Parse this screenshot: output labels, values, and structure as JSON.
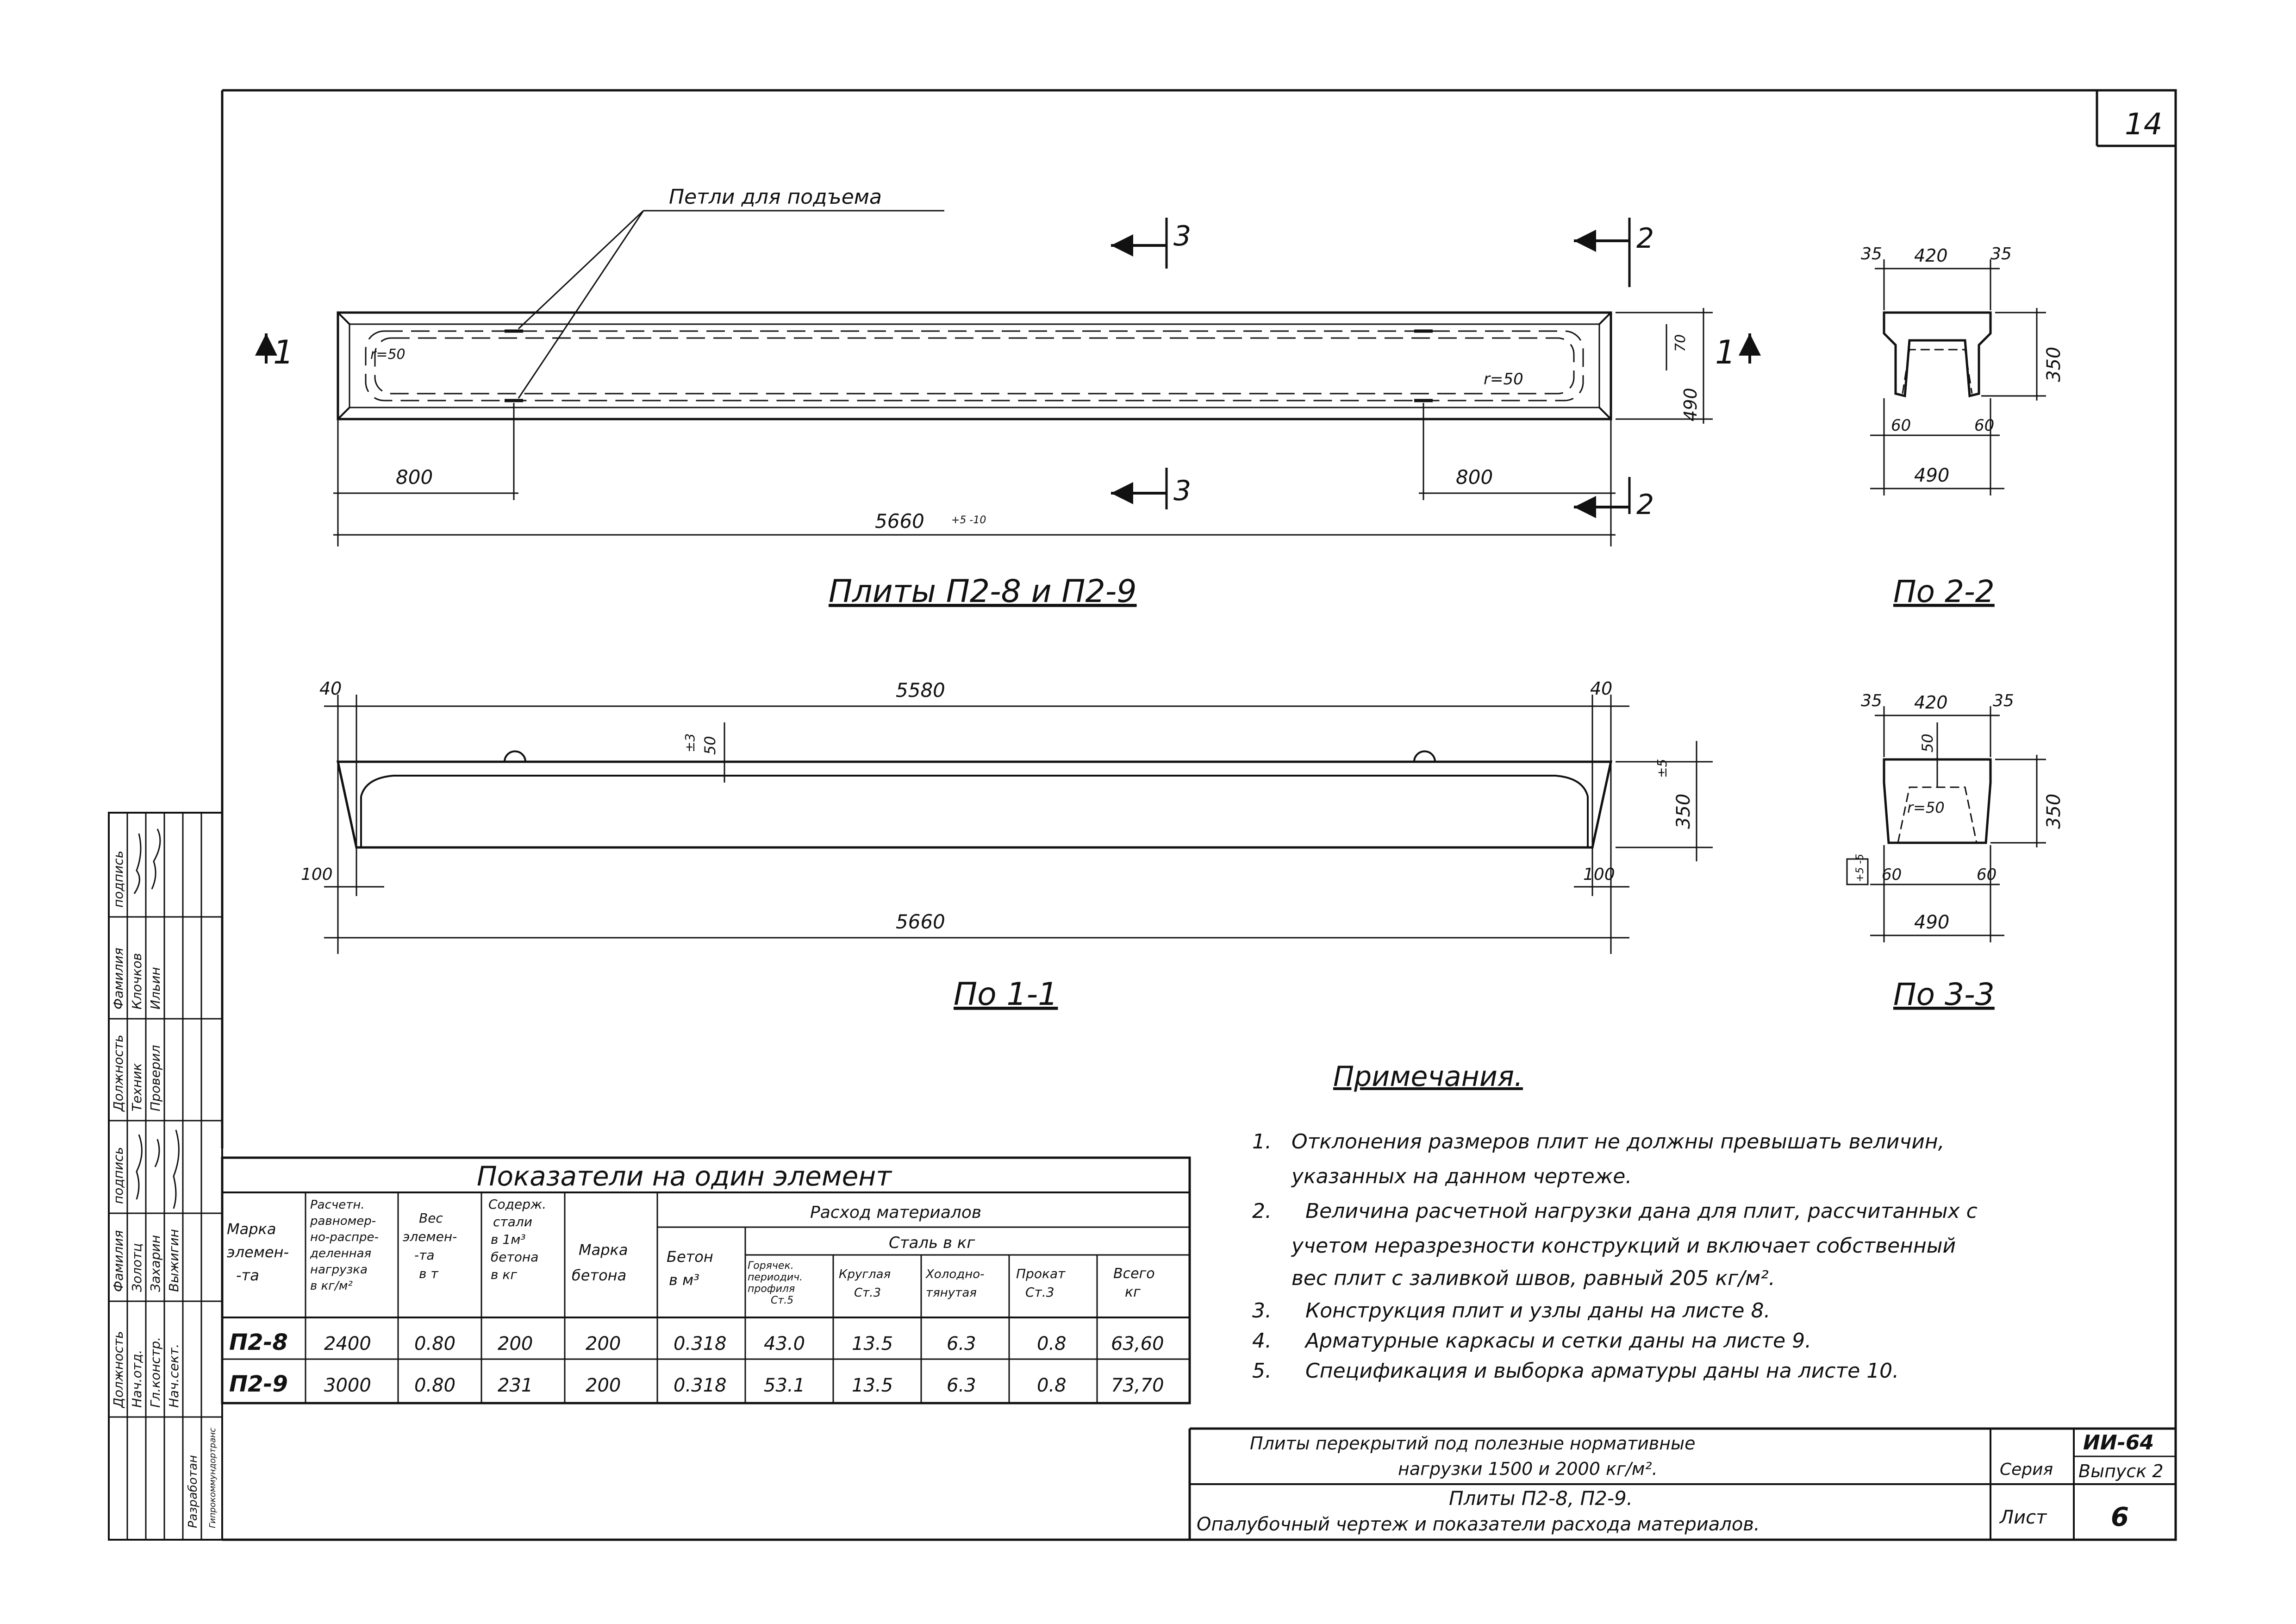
{
  "sheet": {
    "page_number": "14",
    "lifting_loops_label": "Петли для подъема",
    "plan": {
      "title": "Плиты П2-8 и П2-9",
      "radius_left": "r=50",
      "radius_right": "r=50",
      "edge_offset": "70",
      "width_dim": "490",
      "left_loop_offset": "800",
      "right_loop_offset": "800",
      "total_length": "5660",
      "length_tolerance": "+5 -10",
      "cut_1_label": "1",
      "cut_2_label": "2",
      "cut_3_label": "3"
    },
    "section_1_1": {
      "title": "По 1-1",
      "top_length": "5580",
      "end_left": "40",
      "end_right": "40",
      "loop_height": "50",
      "loop_tolerance": "±3",
      "height": "350",
      "height_tolerance": "±5",
      "bottom_left": "100",
      "bottom_right": "100",
      "total_length": "5660"
    },
    "section_2_2": {
      "title": "По 2-2",
      "side_left": "35",
      "top_width": "420",
      "side_right": "35",
      "height": "350",
      "rib_left": "60",
      "rib_right": "60",
      "total_width": "490"
    },
    "section_3_3": {
      "title": "По 3-3",
      "side_left": "35",
      "top_width": "420",
      "side_right": "35",
      "loop_height": "50",
      "radius": "r=50",
      "height": "350",
      "rib_left": "60",
      "rib_right": "60",
      "total_width": "490",
      "tolerance": "+5 -5"
    },
    "notes": {
      "title": "Примечания.",
      "items": [
        {
          "num": "1.",
          "lines": [
            "Отклонения размеров плит не должны превышать величин,",
            "указанных на данном чертеже."
          ]
        },
        {
          "num": "2.",
          "lines": [
            "Величина расчетной нагрузки дана для плит, рассчитанных с",
            "учетом неразрезности конструкций и включает собственный",
            "вес плит с заливкой швов, равный 205 кг/м²."
          ]
        },
        {
          "num": "3.",
          "lines": [
            "Конструкция плит и узлы даны на листе 8."
          ]
        },
        {
          "num": "4.",
          "lines": [
            "Арматурные каркасы и сетки даны на листе 9."
          ]
        },
        {
          "num": "5.",
          "lines": [
            "Спецификация и выборка арматуры даны на листе 10."
          ]
        }
      ]
    },
    "table": {
      "title": "Показатели на один элемент",
      "headers": {
        "mark": [
          "Марка",
          "элемен-",
          "-та"
        ],
        "load": [
          "Расчетн.",
          "равномер-",
          "но-распре-",
          "деленная",
          "нагрузка",
          "в кг/м²"
        ],
        "weight": [
          "Вес",
          "элемен-",
          "-та",
          "в т"
        ],
        "steel_content": [
          "Содерж.",
          "стали",
          "в 1м³",
          "бетона",
          "в кг"
        ],
        "concrete_grade": [
          "Марка",
          "бетона"
        ],
        "materials": "Расход материалов",
        "steel_in_kg": "Сталь в кг",
        "concrete": [
          "Бетон",
          "в м³"
        ],
        "hot_rolled": [
          "Горячек.",
          "периодич.",
          "профиля",
          "Ст.5"
        ],
        "round": [
          "Круглая",
          "Ст.3"
        ],
        "cold_drawn": [
          "Холодно-",
          "тянутая"
        ],
        "rolled": [
          "Прокат",
          "Ст.3"
        ],
        "total": [
          "Всего",
          "кг"
        ]
      },
      "rows": [
        {
          "mark": "П2-8",
          "load": "2400",
          "weight": "0.80",
          "steel_content": "200",
          "grade": "200",
          "concrete": "0.318",
          "hot": "43.0",
          "round": "13.5",
          "cold": "6.3",
          "rolled": "0.8",
          "total": "63,60"
        },
        {
          "mark": "П2-9",
          "load": "3000",
          "weight": "0.80",
          "steel_content": "231",
          "grade": "200",
          "concrete": "0.318",
          "hot": "53.1",
          "round": "13.5",
          "cold": "6.3",
          "rolled": "0.8",
          "total": "73,70"
        }
      ]
    },
    "stamp": {
      "title_line1": "Плиты перекрытий под полезные нормативные",
      "title_line2": "нагрузки 1500 и 2000 кг/м².",
      "subtitle_line1": "Плиты П2-8, П2-9.",
      "subtitle_line2": "Опалубочный чертеж и показатели расхода материалов.",
      "series_label": "Серия",
      "series_value": "ИИ-64",
      "issue": "Выпуск 2",
      "sheet_label": "Лист",
      "sheet_value": "6"
    },
    "signatures": {
      "header": [
        "подпись",
        "Фамилия",
        "Должность",
        "подпись",
        "Фамилия",
        "Должность"
      ],
      "row1": [
        "Клочков",
        "Техник"
      ],
      "row2": [
        "Ильин",
        "Проверил"
      ],
      "row3": [
        "Золотц",
        "Нач.отд."
      ],
      "row4": [
        "Захарин",
        "Гл.констр."
      ],
      "row5": [
        "Выжигин",
        "Нач.сект."
      ],
      "row6": [
        "Разработан",
        "Гипрокоммундортранс"
      ]
    }
  }
}
